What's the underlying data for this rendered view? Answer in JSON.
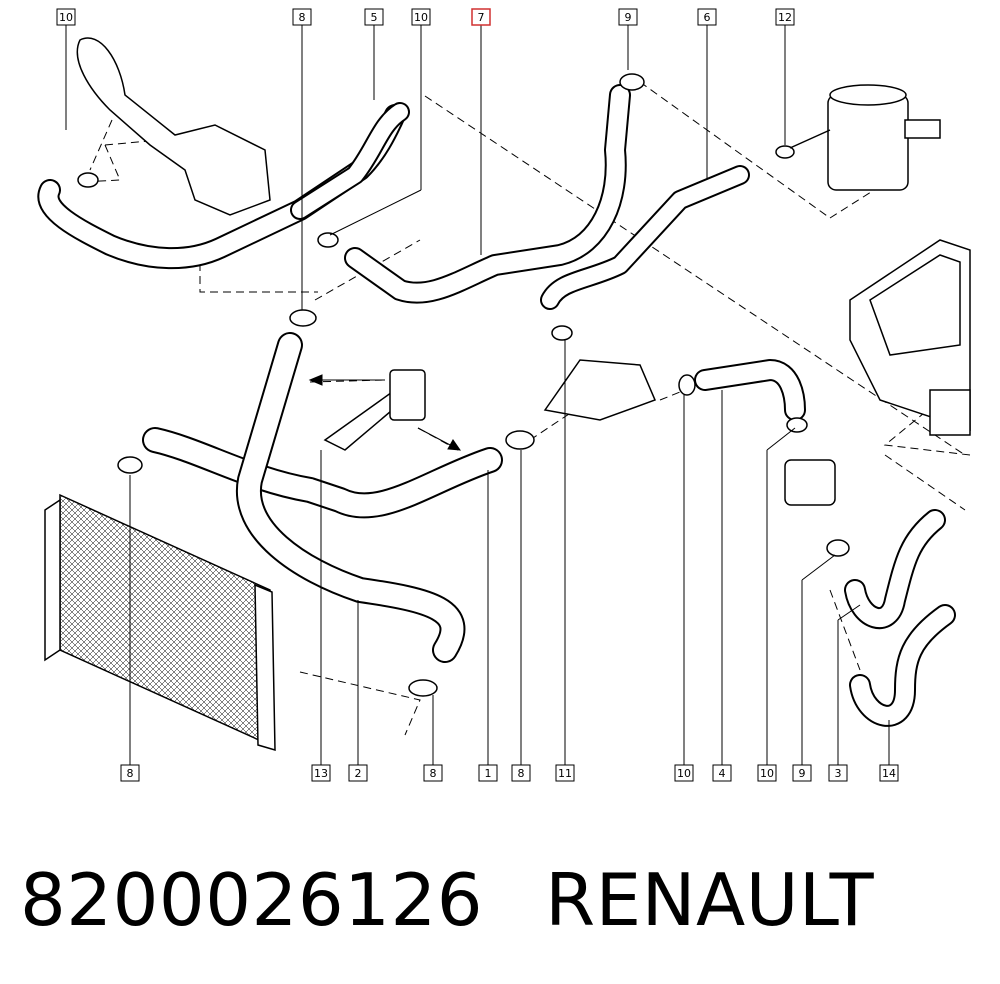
{
  "diagram": {
    "callouts_top": [
      {
        "label": "10",
        "highlighted": false
      },
      {
        "label": "8",
        "highlighted": false
      },
      {
        "label": "5",
        "highlighted": false
      },
      {
        "label": "10",
        "highlighted": false
      },
      {
        "label": "7",
        "highlighted": true
      },
      {
        "label": "9",
        "highlighted": false
      },
      {
        "label": "6",
        "highlighted": false
      },
      {
        "label": "12",
        "highlighted": false
      }
    ],
    "callouts_bottom": [
      {
        "label": "8"
      },
      {
        "label": "13"
      },
      {
        "label": "2"
      },
      {
        "label": "8"
      },
      {
        "label": "1"
      },
      {
        "label": "8"
      },
      {
        "label": "11"
      },
      {
        "label": "10"
      },
      {
        "label": "4"
      },
      {
        "label": "10"
      },
      {
        "label": "9"
      },
      {
        "label": "3"
      },
      {
        "label": "14"
      }
    ],
    "highlight_color": "#d03030"
  },
  "footer": {
    "part_number": "8200026126",
    "brand": "RENAULT"
  }
}
